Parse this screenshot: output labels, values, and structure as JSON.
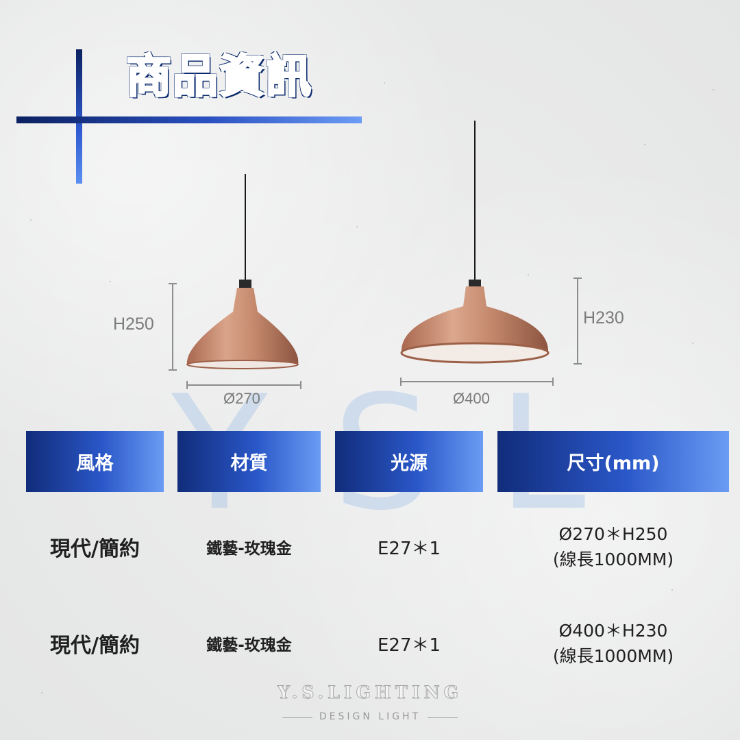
{
  "header": {
    "title": "商品資訊"
  },
  "watermark": "YSL",
  "lamps": [
    {
      "height_label": "H250",
      "diameter_label": "Ø270"
    },
    {
      "height_label": "H230",
      "diameter_label": "Ø400"
    }
  ],
  "table": {
    "headers": [
      "風格",
      "材質",
      "光源",
      "尺寸(mm)"
    ],
    "rows": [
      {
        "style": "現代/簡約",
        "material": "鐵藝-玫瑰金",
        "light": "E27＊1",
        "size": "Ø270＊H250",
        "cord": "(線長1000MM)"
      },
      {
        "style": "現代/簡約",
        "material": "鐵藝-玫瑰金",
        "light": "E27＊1",
        "size": "Ø400＊H230",
        "cord": "(線長1000MM)"
      }
    ]
  },
  "footer": {
    "brand": "Y.S.LIGHTING",
    "tagline": "DESIGN LIGHT"
  },
  "colors": {
    "accent_dark": "#0b2160",
    "accent_light": "#6a9cf4",
    "lamp_copper": "#c58a6e"
  }
}
